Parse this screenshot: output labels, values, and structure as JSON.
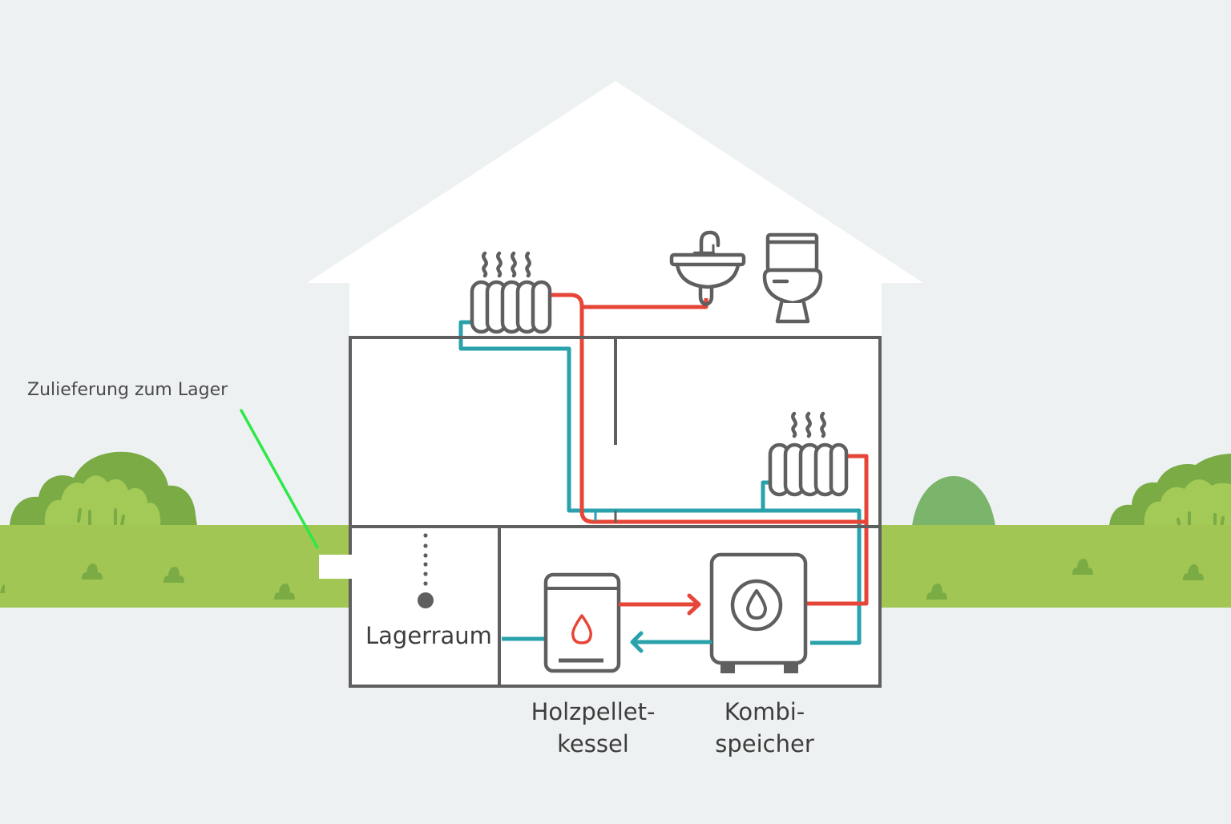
{
  "diagram": {
    "title": "Holzpellet-Heizung im Einfamilienhaus",
    "labels": {
      "supply": "Zulieferung zum Lager",
      "storage_room": "Lagerraum",
      "boiler_line1": "Holzpellet-",
      "boiler_line2": "kessel",
      "tank_line1": "Kombi-",
      "tank_line2": "speicher"
    },
    "components": [
      {
        "id": "radiator-upper",
        "type": "radiator",
        "icon": "radiator-icon"
      },
      {
        "id": "radiator-middle",
        "type": "radiator",
        "icon": "radiator-icon"
      },
      {
        "id": "sink",
        "type": "sink",
        "icon": "sink-icon"
      },
      {
        "id": "toilet",
        "type": "toilet",
        "icon": "toilet-icon"
      },
      {
        "id": "boiler",
        "type": "pellet-boiler",
        "icon": "flame-drop-icon"
      },
      {
        "id": "tank",
        "type": "combi-storage",
        "icon": "water-drop-icon"
      },
      {
        "id": "storage",
        "type": "pellet-storage",
        "icon": "pellet-dots-icon"
      }
    ],
    "flows": [
      {
        "from": "boiler",
        "to": "tank",
        "kind": "hot"
      },
      {
        "from": "tank",
        "to": "boiler",
        "kind": "cold"
      }
    ],
    "colors": {
      "hot_pipe": "#e64537",
      "cold_pipe": "#2aa2ac",
      "outline": "#5f5f5f",
      "grass": "#a1c653",
      "bush_dark": "#7aab45",
      "bush_light": "#a3c957",
      "hill": "#7bb46b",
      "sky": "#eef1f2",
      "house": "#ffffff",
      "leader_line": "#2ee84a"
    }
  }
}
